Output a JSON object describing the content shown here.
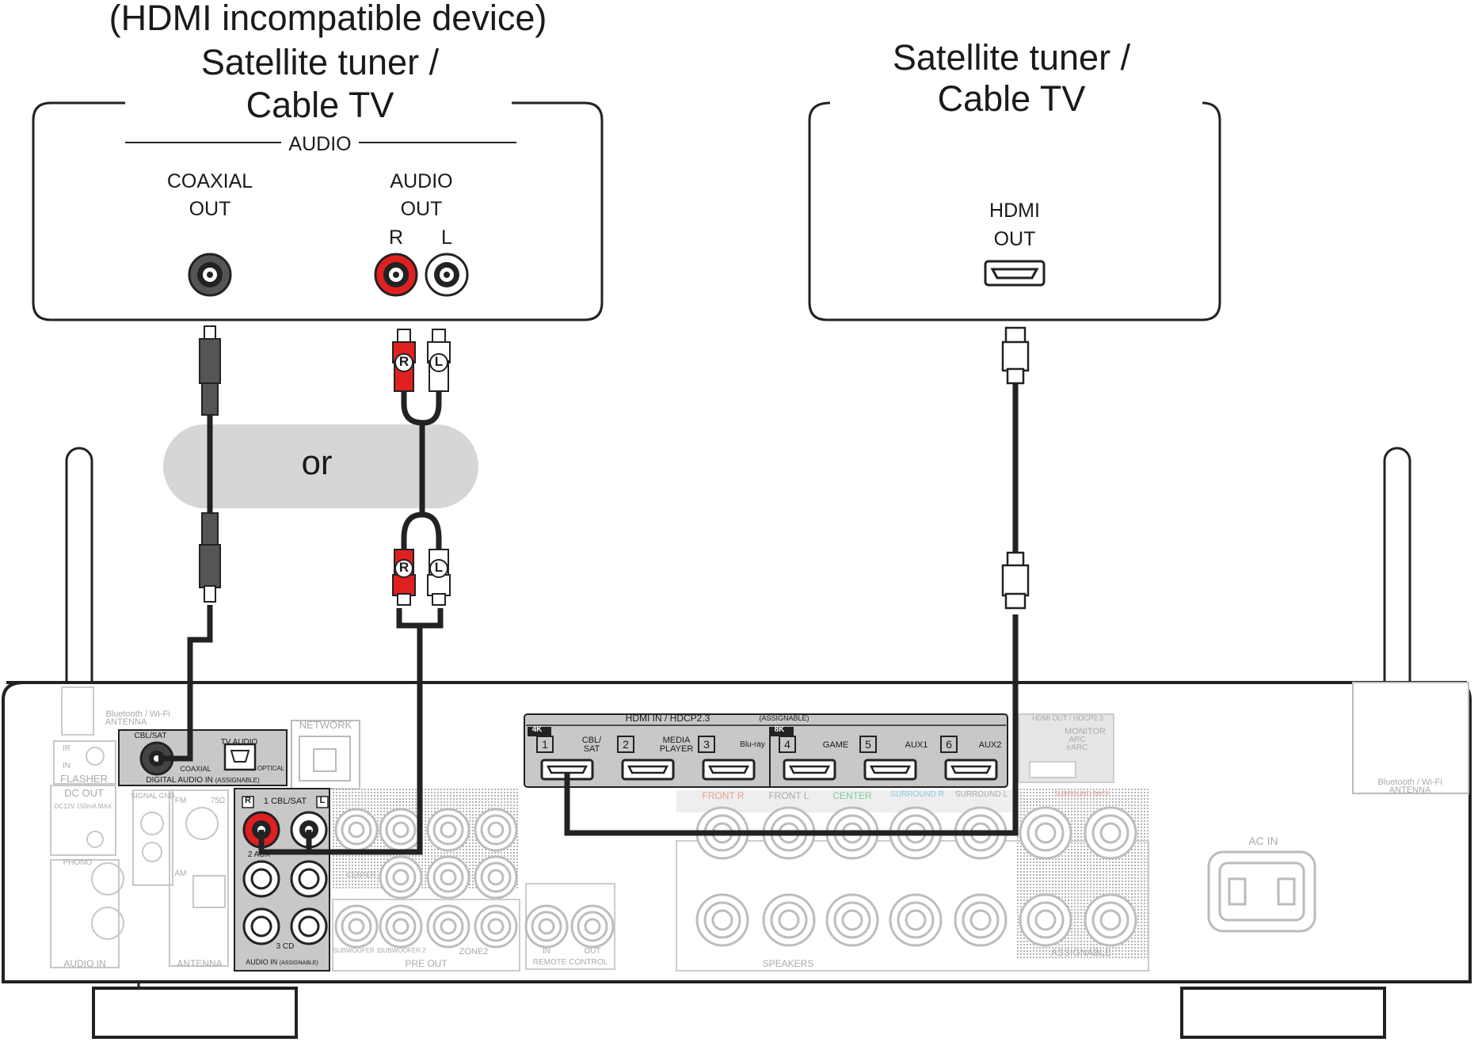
{
  "left_device": {
    "note": "(HDMI incompatible device)",
    "title_line1": "Satellite tuner /",
    "title_line2": "Cable TV",
    "section": "AUDIO",
    "coaxial_line1": "COAXIAL",
    "coaxial_line2": "OUT",
    "audio_line1": "AUDIO",
    "audio_line2": "OUT",
    "r": "R",
    "l": "L"
  },
  "right_device": {
    "title_line1": "Satellite tuner /",
    "title_line2": "Cable TV",
    "hdmi_line1": "HDMI",
    "hdmi_line2": "OUT"
  },
  "or_label": "or",
  "plug_r": "R",
  "plug_l": "L",
  "receiver": {
    "bt_left_line1": "Bluetooth / Wi-Fi",
    "bt_left_line2": "ANTENNA",
    "bt_right_line1": "Bluetooth / Wi-Fi",
    "bt_right_line2": "ANTENNA",
    "ir": "IR",
    "in": "IN",
    "flasher": "FLASHER",
    "dc_out": "DC OUT",
    "dc_spec": "DC12V 150mA MAX.",
    "signal_gnd": "SIGNAL GND",
    "fm": "FM",
    "ohm": "75Ω",
    "am": "AM",
    "phono": "PHONO",
    "audio_in_left": "AUDIO IN",
    "antenna": "ANTENNA",
    "cbl_sat": "CBL/SAT",
    "coaxial": "COAXIAL",
    "tv_audio": "TV AUDIO",
    "optical": "OPTICAL",
    "digital_audio_in": "DIGITAL AUDIO IN",
    "assignable": "(ASSIGNABLE)",
    "network": "NETWORK",
    "in1": "1 CBL/SAT",
    "in2": "2 AUX",
    "in3": "3 CD",
    "audio_in": "AUDIO IN",
    "hdmi_in": "HDMI IN / HDCP2.3",
    "hdmi_assignable": "(ASSIGNABLE)",
    "badge_4k": "4K",
    "badge_8k": "8K",
    "hdmi_inputs": [
      {
        "num": "1",
        "name_line1": "CBL/",
        "name_line2": "SAT"
      },
      {
        "num": "2",
        "name_line1": "MEDIA",
        "name_line2": "PLAYER"
      },
      {
        "num": "3",
        "name_line1": "Blu-ray",
        "name_line2": ""
      },
      {
        "num": "4",
        "name_line1": "GAME",
        "name_line2": ""
      },
      {
        "num": "5",
        "name_line1": "AUX1",
        "name_line2": ""
      },
      {
        "num": "6",
        "name_line1": "AUX2",
        "name_line2": ""
      }
    ],
    "hdmi_out": "HDMI OUT / HDCP2.3",
    "monitor": "MONITOR",
    "arc": "ARC",
    "earc": "eARC",
    "spk_front_r": "FRONT R",
    "spk_front_l": "FRONT L",
    "spk_center": "CENTER",
    "spk_surround_r": "SURROUND R",
    "spk_surround_l": "SURROUND L",
    "spk_surround_back": "SURROUND BACK",
    "speakers": "SPEAKERS",
    "assignable_spk": "ASSIGNABLE",
    "subwoofer1": "SUBWOOFER 1",
    "subwoofer2": "SUBWOOFER 2",
    "pre_out": "PRE OUT",
    "zone2": "ZONE2",
    "rc_in": "IN",
    "rc_out": "OUT",
    "remote_control": "REMOTE CONTROL",
    "ac_in": "AC IN",
    "center_small": "CENTER"
  }
}
